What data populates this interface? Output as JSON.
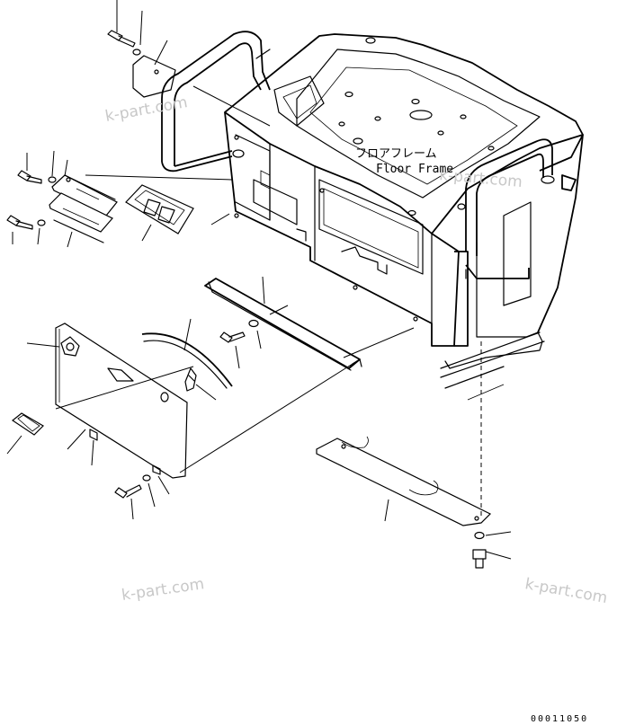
{
  "frame_label": {
    "japanese": "フロアフレーム",
    "english": "Floor Frame"
  },
  "watermarks": [
    "k-part.com",
    "k-part.com",
    "k-part.com",
    "k-part.com"
  ],
  "drawing_number": "00011050",
  "colors": {
    "ink": "#000000",
    "watermark": "#c8c8c8",
    "background": "#ffffff"
  }
}
